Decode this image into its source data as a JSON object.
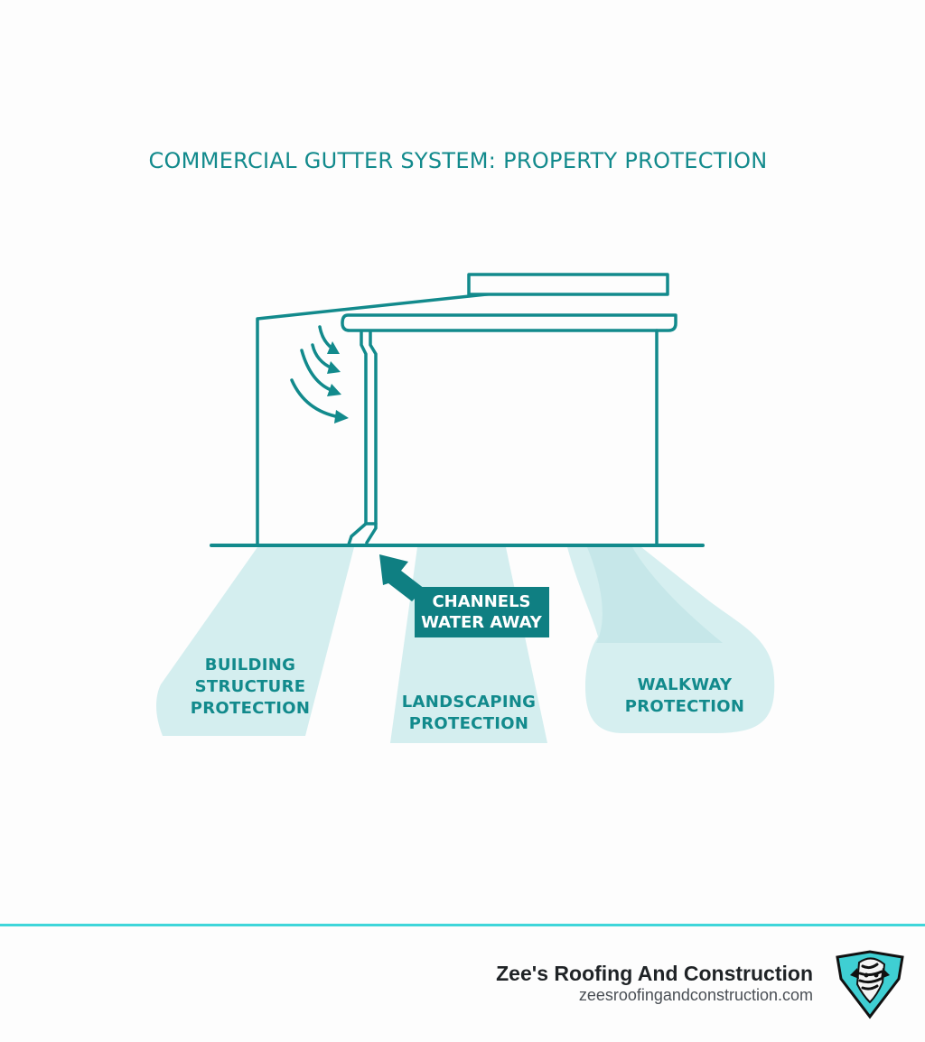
{
  "title": "COMMERCIAL GUTTER SYSTEM: PROPERTY PROTECTION",
  "colors": {
    "teal": "#128a8c",
    "light_teal": "#d4eeef",
    "callout_bg": "#0f7f82",
    "footer_line": "#3fd6da",
    "logo_teal": "#3fcfd3"
  },
  "callout": {
    "line1": "CHANNELS",
    "line2": "WATER AWAY"
  },
  "zones": [
    {
      "lines": [
        "BUILDING",
        "STRUCTURE",
        "PROTECTION"
      ]
    },
    {
      "lines": [
        "LANDSCAPING",
        "PROTECTION"
      ]
    },
    {
      "lines": [
        "WALKWAY",
        "PROTECTION"
      ]
    }
  ],
  "footer": {
    "company": "Zee's Roofing And Construction",
    "url": "zeesroofingandconstruction.com",
    "logo_icon": "zebra-shield-logo-icon"
  }
}
